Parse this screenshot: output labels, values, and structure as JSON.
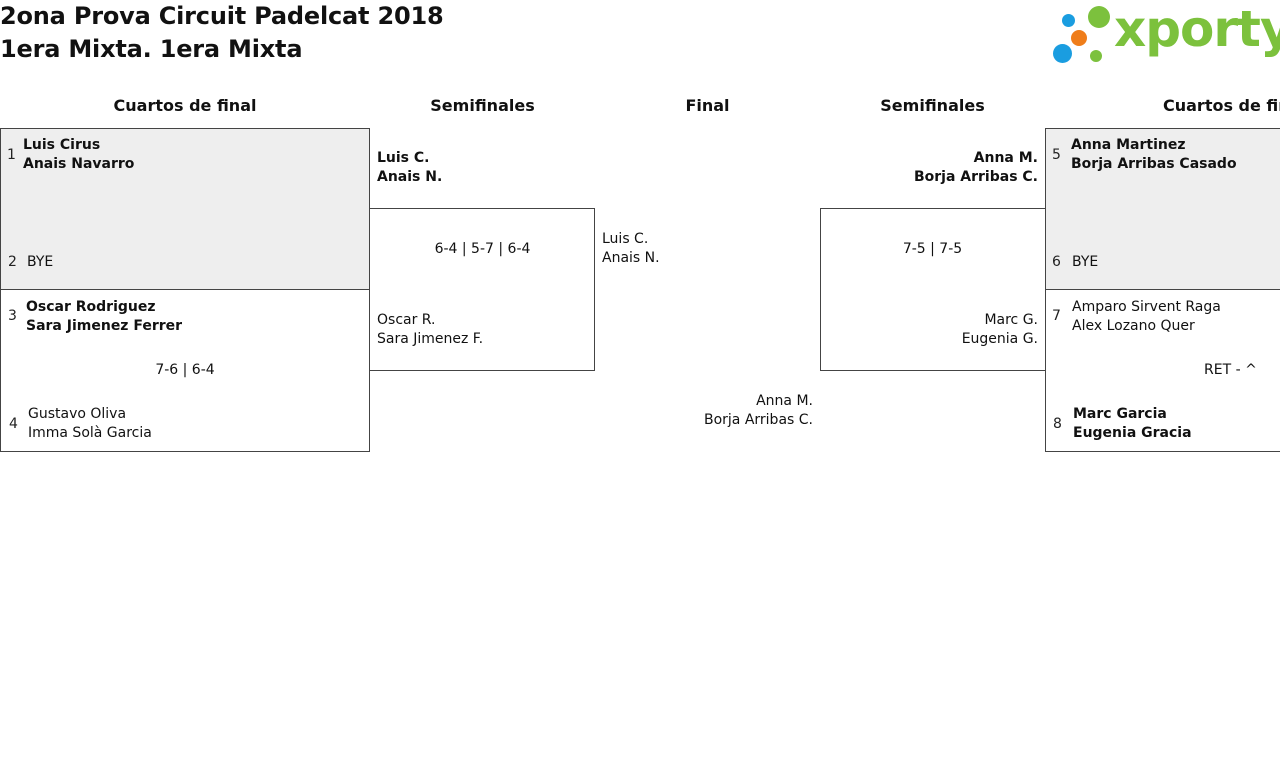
{
  "header": {
    "title_line1": "2ona Prova Circuit Padelcat 2018",
    "title_line2": "1era Mixta. 1era Mixta",
    "logo_text": "xporty",
    "logo_colors": {
      "blue": "#1a9de0",
      "orange": "#ef7d1a",
      "green": "#7cc13d"
    }
  },
  "rounds": {
    "quarters_left": "Cuartos de final",
    "semis_left": "Semifinales",
    "final": "Final",
    "semis_right": "Semifinales",
    "quarters_right": "Cuartos de fin"
  },
  "left": {
    "m1": {
      "seed_a": "1",
      "a1": "Luis Cirus",
      "a2": "Anais Navarro",
      "seed_b": "2",
      "b1": "BYE"
    },
    "m2": {
      "seed_a": "3",
      "a1": "Oscar Rodriguez",
      "a2": "Sara Jimenez Ferrer",
      "score": "7-6 | 6-4",
      "seed_b": "4",
      "b1": "Gustavo Oliva",
      "b2": "Imma Solà Garcia"
    },
    "semi": {
      "a1": "Luis C.",
      "a2": "Anais N.",
      "score": "6-4 | 5-7 | 6-4",
      "b1": "Oscar R.",
      "b2": "Sara Jimenez F."
    }
  },
  "final": {
    "top1": "Luis C.",
    "top2": "Anais N.",
    "bot1": "Anna M.",
    "bot2": "Borja Arribas C."
  },
  "right": {
    "semi": {
      "a1": "Anna M.",
      "a2": "Borja Arribas C.",
      "score": "7-5 | 7-5",
      "b1": "Marc G.",
      "b2": "Eugenia G."
    },
    "m1": {
      "seed_a": "5",
      "a1": "Anna Martinez",
      "a2": "Borja Arribas Casado",
      "seed_b": "6",
      "b1": "BYE"
    },
    "m2": {
      "seed_a": "7",
      "a1": "Amparo Sirvent Raga",
      "a2": "Alex Lozano Quer",
      "score": "RET - ^",
      "seed_b": "8",
      "b1": "Marc Garcia",
      "b2": "Eugenia Gracia"
    }
  }
}
